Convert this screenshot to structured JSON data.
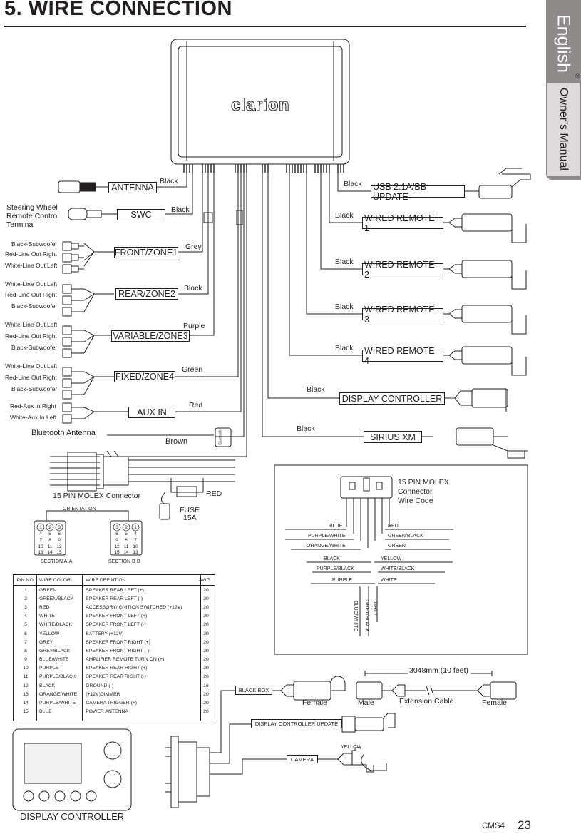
{
  "header": {
    "title": "5.  WIRE CONNECTION"
  },
  "side_tab": {
    "language": "English",
    "manual": "Owner’s Manual",
    "reg_mark": "®"
  },
  "unit": {
    "brand": "clarion"
  },
  "left_connectors": {
    "antenna": {
      "box": "ANTENNA",
      "wire": "Black"
    },
    "swc": {
      "box": "SWC",
      "wire": "Black",
      "terminal": [
        "Steering Wheel",
        "Remote Control",
        "Terminal"
      ]
    },
    "zones": [
      {
        "box": "FRONT/ZONE1",
        "wire": "Grey",
        "plugs": [
          "Black-Subwoofer",
          "Red-Line Out Right",
          "White-Line Out Left"
        ]
      },
      {
        "box": "REAR/ZONE2",
        "wire": "Black",
        "plugs": [
          "White-Line Out Left",
          "Red-Line Out Right",
          "Black-Subwoofer"
        ]
      },
      {
        "box": "VARIABLE/ZONE3",
        "wire": "Purple",
        "plugs": [
          "White-Line Out Left",
          "Red-Line Out Right",
          "Black-Subwoofer"
        ]
      },
      {
        "box": "FIXED/ZONE4",
        "wire": "Green",
        "plugs": [
          "White-Line Out Left",
          "Red-Line Out Right",
          "Black-Subwoofer"
        ]
      }
    ],
    "aux": {
      "box": "AUX IN",
      "wire": "Red",
      "plugs": [
        "Red-Aux In Right",
        "White-Aux In Left"
      ]
    },
    "bluetooth": {
      "label": "Bluetooth Antenna",
      "wire": "Brown",
      "tag": "Bluetooth"
    }
  },
  "right_connectors": [
    {
      "box": "USB 2.1A/BB UPDATE",
      "wire": "Black"
    },
    {
      "box": "WIRED REMOTE 1",
      "wire": "Black"
    },
    {
      "box": "WIRED REMOTE 2",
      "wire": "Black"
    },
    {
      "box": "WIRED REMOTE 3",
      "wire": "Black"
    },
    {
      "box": "WIRED REMOTE 4",
      "wire": "Black"
    },
    {
      "box": "DISPLAY CONTROLLER",
      "wire": "Black"
    },
    {
      "box": "SIRIUS XM",
      "wire": "Black"
    }
  ],
  "molex": {
    "label": "15 PIN MOLEX Connector",
    "fuse_wire": "RED",
    "fuse": [
      "FUSE",
      "15A"
    ],
    "orientation": "ORIENTATION",
    "section_a": {
      "label": "SECTION A-A",
      "pins": [
        "1",
        "2",
        "3",
        "4",
        "5",
        "6",
        "7",
        "8",
        "9",
        "10",
        "11",
        "12",
        "13",
        "14",
        "15"
      ]
    },
    "section_b": {
      "label": "SECTION B-B",
      "pins": [
        "3",
        "2",
        "1",
        "6",
        "5",
        "4",
        "9",
        "8",
        "7",
        "12",
        "11",
        "10",
        "15",
        "14",
        "13"
      ]
    }
  },
  "wire_code": {
    "title": [
      "15 PIN MOLEX",
      "Connector",
      "Wire Code"
    ],
    "left": [
      "BLUE",
      "PURPLE/WHITE",
      "ORANGE/WHITE",
      "BLACK",
      "PURPLE/BLACK",
      "PURPLE"
    ],
    "right": [
      "RED",
      "GREEN/BLACK",
      "GREEN",
      "YELLOW",
      "WHITE/BLACK",
      "WHITE"
    ],
    "bottom": [
      "BLUE/WHITE",
      "GREY/BLACK",
      "GREY"
    ]
  },
  "pin_table": {
    "headers": [
      "PIN NO.",
      "WIRE COLOR",
      "WIRE DEFINTION",
      "AWG"
    ],
    "rows": [
      [
        "1",
        "GREEN",
        "SPEAKER REAR LEFT (+)",
        "20"
      ],
      [
        "2",
        "GREEN/BLACK",
        "SPEAKER REAR LEFT (-)",
        "20"
      ],
      [
        "3",
        "RED",
        "ACCESSORY/IGNITION SWITCHED (+12V)",
        "20"
      ],
      [
        "4",
        "WHITE",
        "SPEAKER FRONT LEFT (+)",
        "20"
      ],
      [
        "5",
        "WHITE/BLACK",
        "SPEAKER FRONT LEFT (-)",
        "20"
      ],
      [
        "6",
        "YELLOW",
        "BATTERY (+12V)",
        "20"
      ],
      [
        "7",
        "GREY",
        "SPEAKER FRONT RIGHT (+)",
        "20"
      ],
      [
        "8",
        "GREY/BLACK",
        "SPEAKER FRONT RIGHT (-)",
        "20"
      ],
      [
        "9",
        "BLUE/WHITE",
        "AMPLIFIER REMOTE TURN ON (+)",
        "20"
      ],
      [
        "10",
        "PURPLE",
        "SPEAKER REAR RIGHT (+)",
        "20"
      ],
      [
        "11",
        "PURPLE/BLACK",
        "SPEAKER REAR RIGHT (-)",
        "20"
      ],
      [
        "12",
        "BLACK",
        "GROUND (-)",
        "16"
      ],
      [
        "13",
        "ORANGE/WHITE",
        "(+12V)DIMMER",
        "20"
      ],
      [
        "14",
        "PURPLE/WHITE",
        "CAMERA TRIGGER (+)",
        "20"
      ],
      [
        "15",
        "BLUE",
        "POWER ANTENNA",
        "20"
      ]
    ]
  },
  "display_controller": {
    "label": "DISPLAY CONTROLLER",
    "black_box": "BLACK BOX",
    "female": "Female",
    "male": "Male",
    "ext_length": "3048mm (10 feet)",
    "ext_cable": "Extension Cable",
    "ext_female": "Female",
    "update": "DISPLAY CONTROLLER UPDATE",
    "camera": "CAMERA",
    "yellow": "YELLOW"
  },
  "footer": {
    "model": "CMS4",
    "page": "23"
  }
}
